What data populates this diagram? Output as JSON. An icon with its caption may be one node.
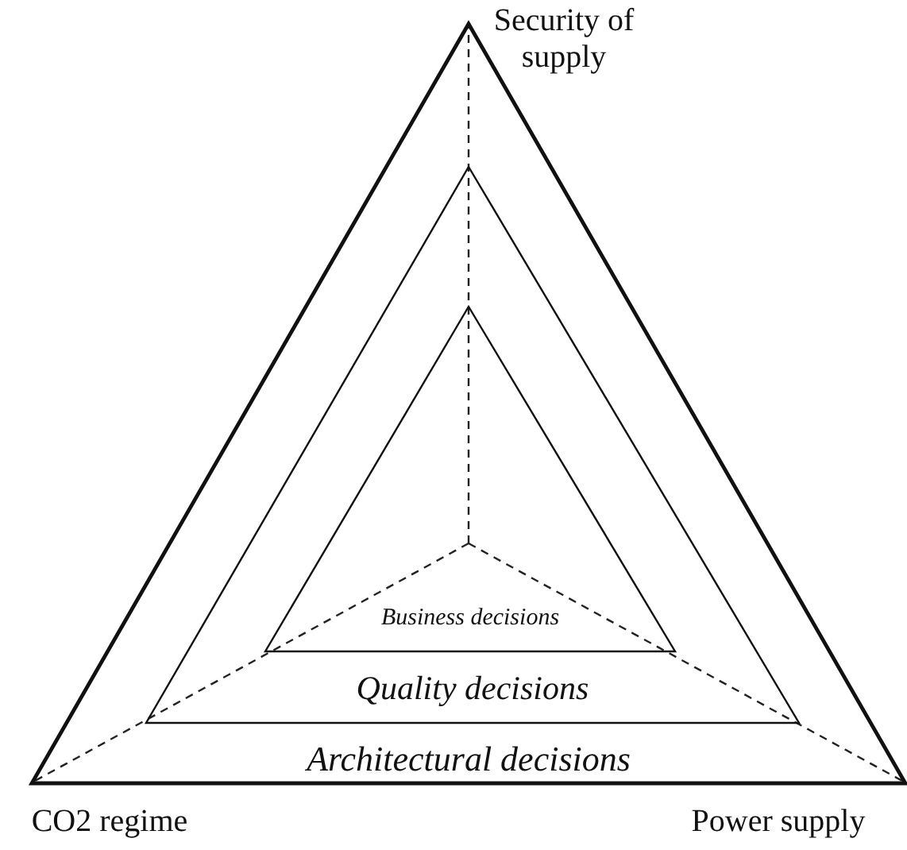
{
  "diagram": {
    "nodes": [
      {
        "text": [
          "Architectural decisions"
        ]
      },
      {
        "text": [
          "Quality decisions"
        ],
        "in": 0
      },
      {
        "text": [
          "Business decisions"
        ],
        "in": 1
      }
    ],
    "labels": [
      "Security of supply",
      "CO2 regime",
      "Power supply"
    ]
  }
}
